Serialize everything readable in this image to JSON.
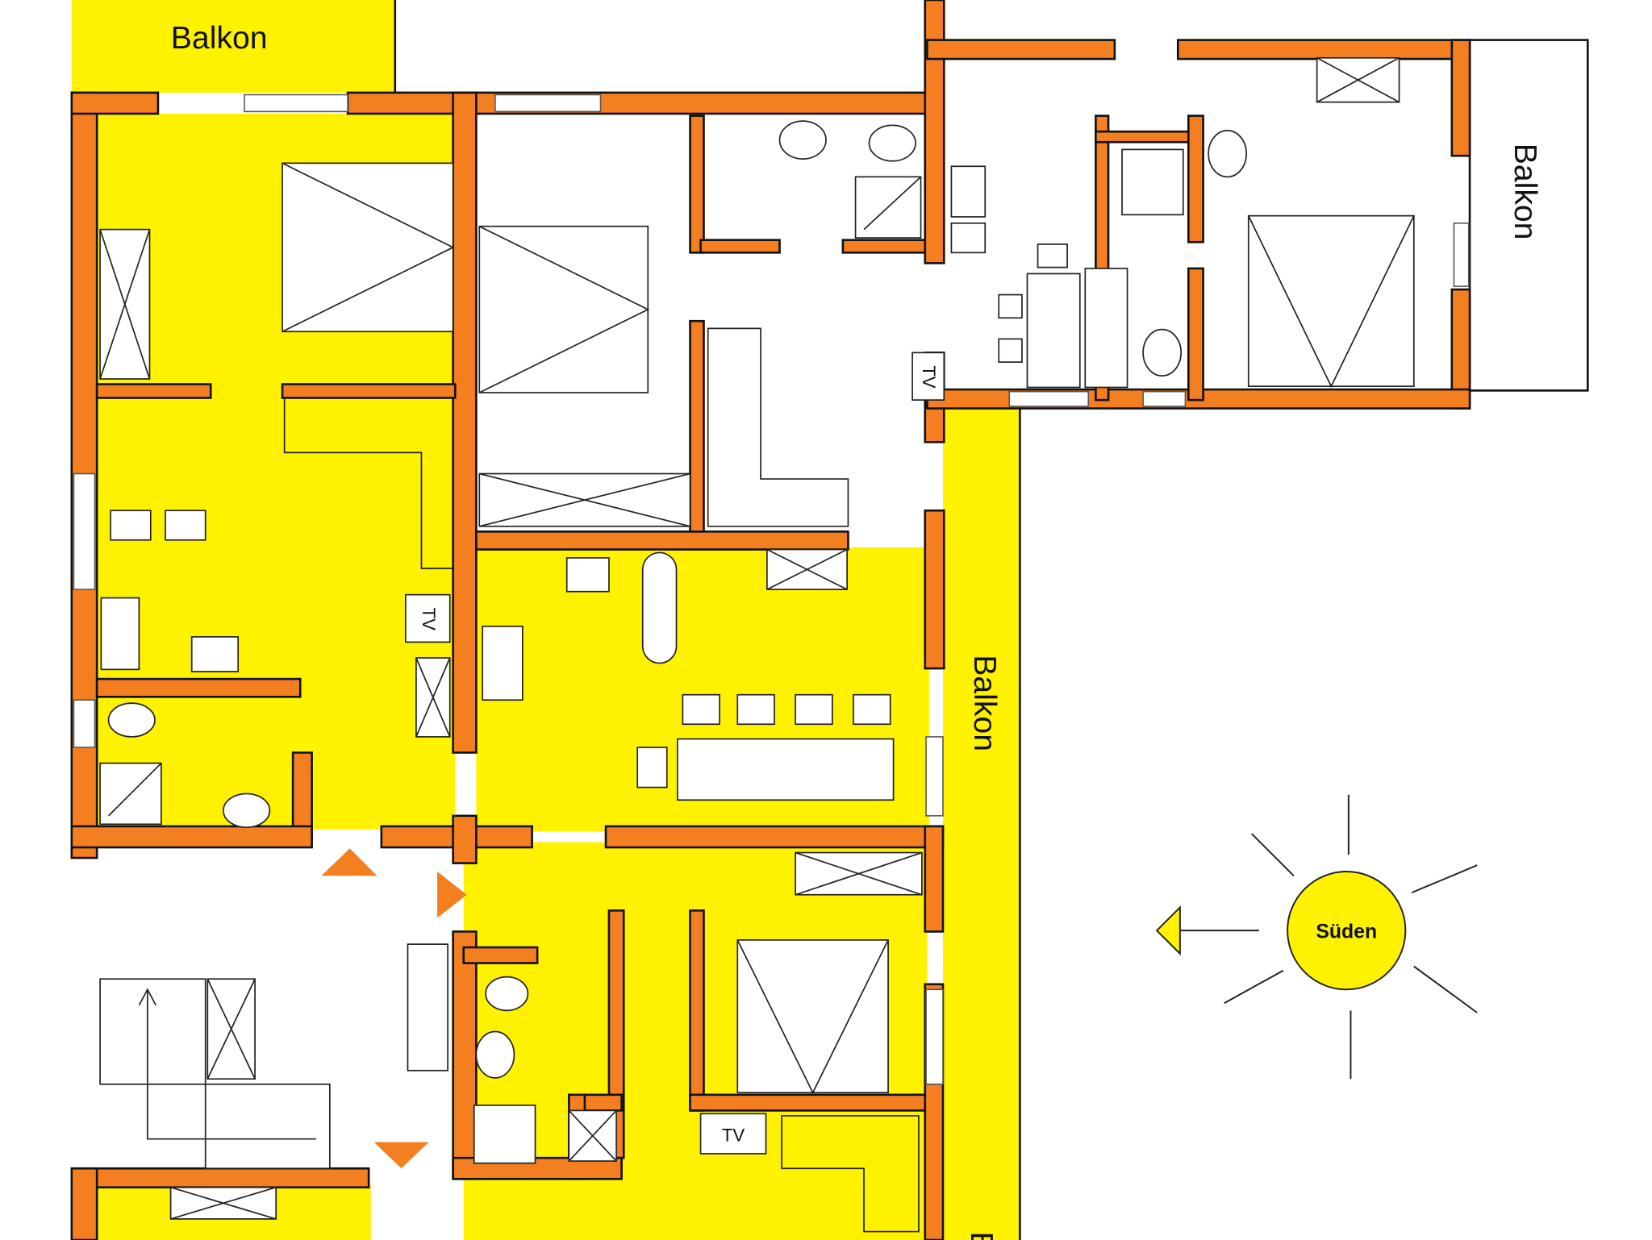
{
  "labels": {
    "balcony_top_left": "Balkon",
    "balcony_top_right": "Balkon",
    "balcony_right": "Balkon",
    "balcony_bottom_partial": "B",
    "tv": "TV",
    "compass": "Süden"
  },
  "colors": {
    "apartment_fill": "#fff200",
    "wall": "#f47f20",
    "sun": "#fff200",
    "marker": "#f47f20"
  }
}
